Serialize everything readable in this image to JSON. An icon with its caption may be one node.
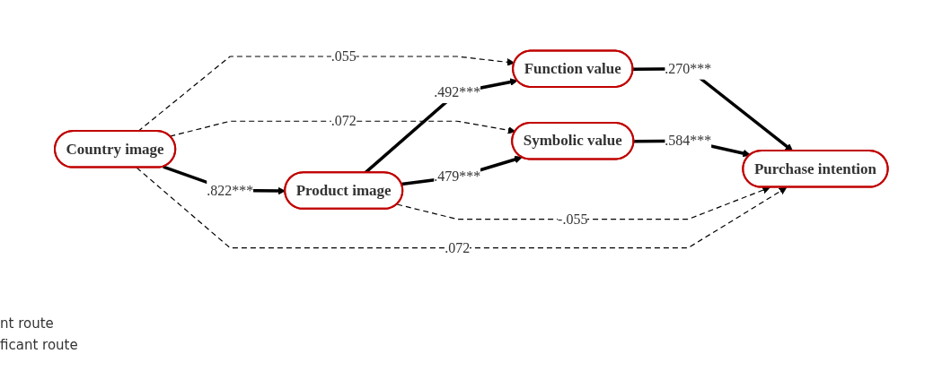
{
  "diagram": {
    "nodes": [
      {
        "text": [
          "Country image"
        ]
      },
      {
        "text": [
          "Product image"
        ]
      },
      {
        "text": [
          "Function value"
        ]
      },
      {
        "text": [
          "Symbolic value"
        ]
      },
      {
        "text": [
          "Purchase intention"
        ]
      }
    ],
    "edges": [
      {
        "from": 0,
        "to": 1,
        "arrow": "to",
        "label": ".822***"
      },
      {
        "from": 0,
        "to": 2,
        "arrow": "to",
        "label": ".055",
        "style": "dashed"
      },
      {
        "from": 0,
        "to": 3,
        "arrow": "to",
        "label": ".072",
        "style": "dashed"
      },
      {
        "from": 1,
        "to": 2,
        "arrow": "to",
        "label": ".492***"
      },
      {
        "from": 1,
        "to": 3,
        "arrow": "to",
        "label": ".479***"
      },
      {
        "from": 2,
        "to": 4,
        "arrow": "to",
        "label": ".270***"
      },
      {
        "from": 3,
        "to": 4,
        "arrow": "to",
        "label": ".584***"
      },
      {
        "from": 1,
        "to": 4,
        "arrow": "to",
        "label": "-.055",
        "style": "dashed"
      },
      {
        "from": 0,
        "to": 4,
        "arrow": "to",
        "label": ".072",
        "style": "dashed"
      }
    ],
    "labels": [
      "nt route",
      "ficant route"
    ]
  }
}
